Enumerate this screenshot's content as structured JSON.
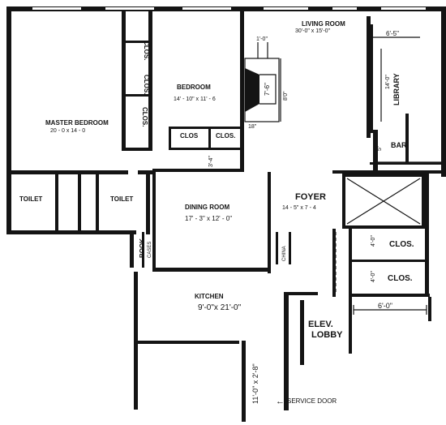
{
  "plan": {
    "rooms": {
      "living_room": {
        "name": "LIVING ROOM",
        "dims": "30'-0\" x 15'-0\""
      },
      "master_bedroom": {
        "name": "MASTER BEDROOM",
        "dims": "20 - 0 x 14 - 0"
      },
      "bedroom": {
        "name": "BEDROOM",
        "dims": "14' - 10\" x 11' - 6"
      },
      "library": {
        "name": "LIBRARY",
        "dims": "14'-0\""
      },
      "dining_room": {
        "name": "DINING ROOM",
        "dims": "17' - 3\" x 12' - 0\""
      },
      "foyer": {
        "name": "FOYER",
        "dims": "14 - 5\" x 7 - 4"
      },
      "kitchen": {
        "name": "KITCHEN",
        "dims": "9'-0\"x 21'-0\""
      },
      "elev_lobby": {
        "line1": "ELEV.",
        "line2": "LOBBY"
      },
      "bar": {
        "name": "BAR"
      },
      "book": {
        "line1": "BOOK",
        "line2": "CASES"
      },
      "china": {
        "name": "CHINA"
      }
    },
    "closets": {
      "clos_1": "CLOS.",
      "clos_2": "CLOS.",
      "clos_3": "CLOS.",
      "clos_4": "CLOS",
      "clos_5": "CLOS.",
      "clos_6": "CLOS.",
      "clos_7": "CLOS."
    },
    "toilets": {
      "left": "TOILET",
      "right": "TOILET"
    },
    "dimensions": {
      "library_width": "6'-5\"",
      "lobby_width": "6'-0\"",
      "fireplace_top": "1'-0\"",
      "fireplace_depth": "7'-6\"",
      "fireplace_height": "8'0\"",
      "fireplace_base": "18\"",
      "bar_depth": "5\"",
      "passage": "3'-4\"",
      "closet_a": "4'-0\"",
      "closet_b": "4'-0\"",
      "service_corridor": "11'-0\" x 2'-8\""
    },
    "annotations": {
      "service_door": "SERVICE DOOR",
      "arrow": "←"
    }
  }
}
